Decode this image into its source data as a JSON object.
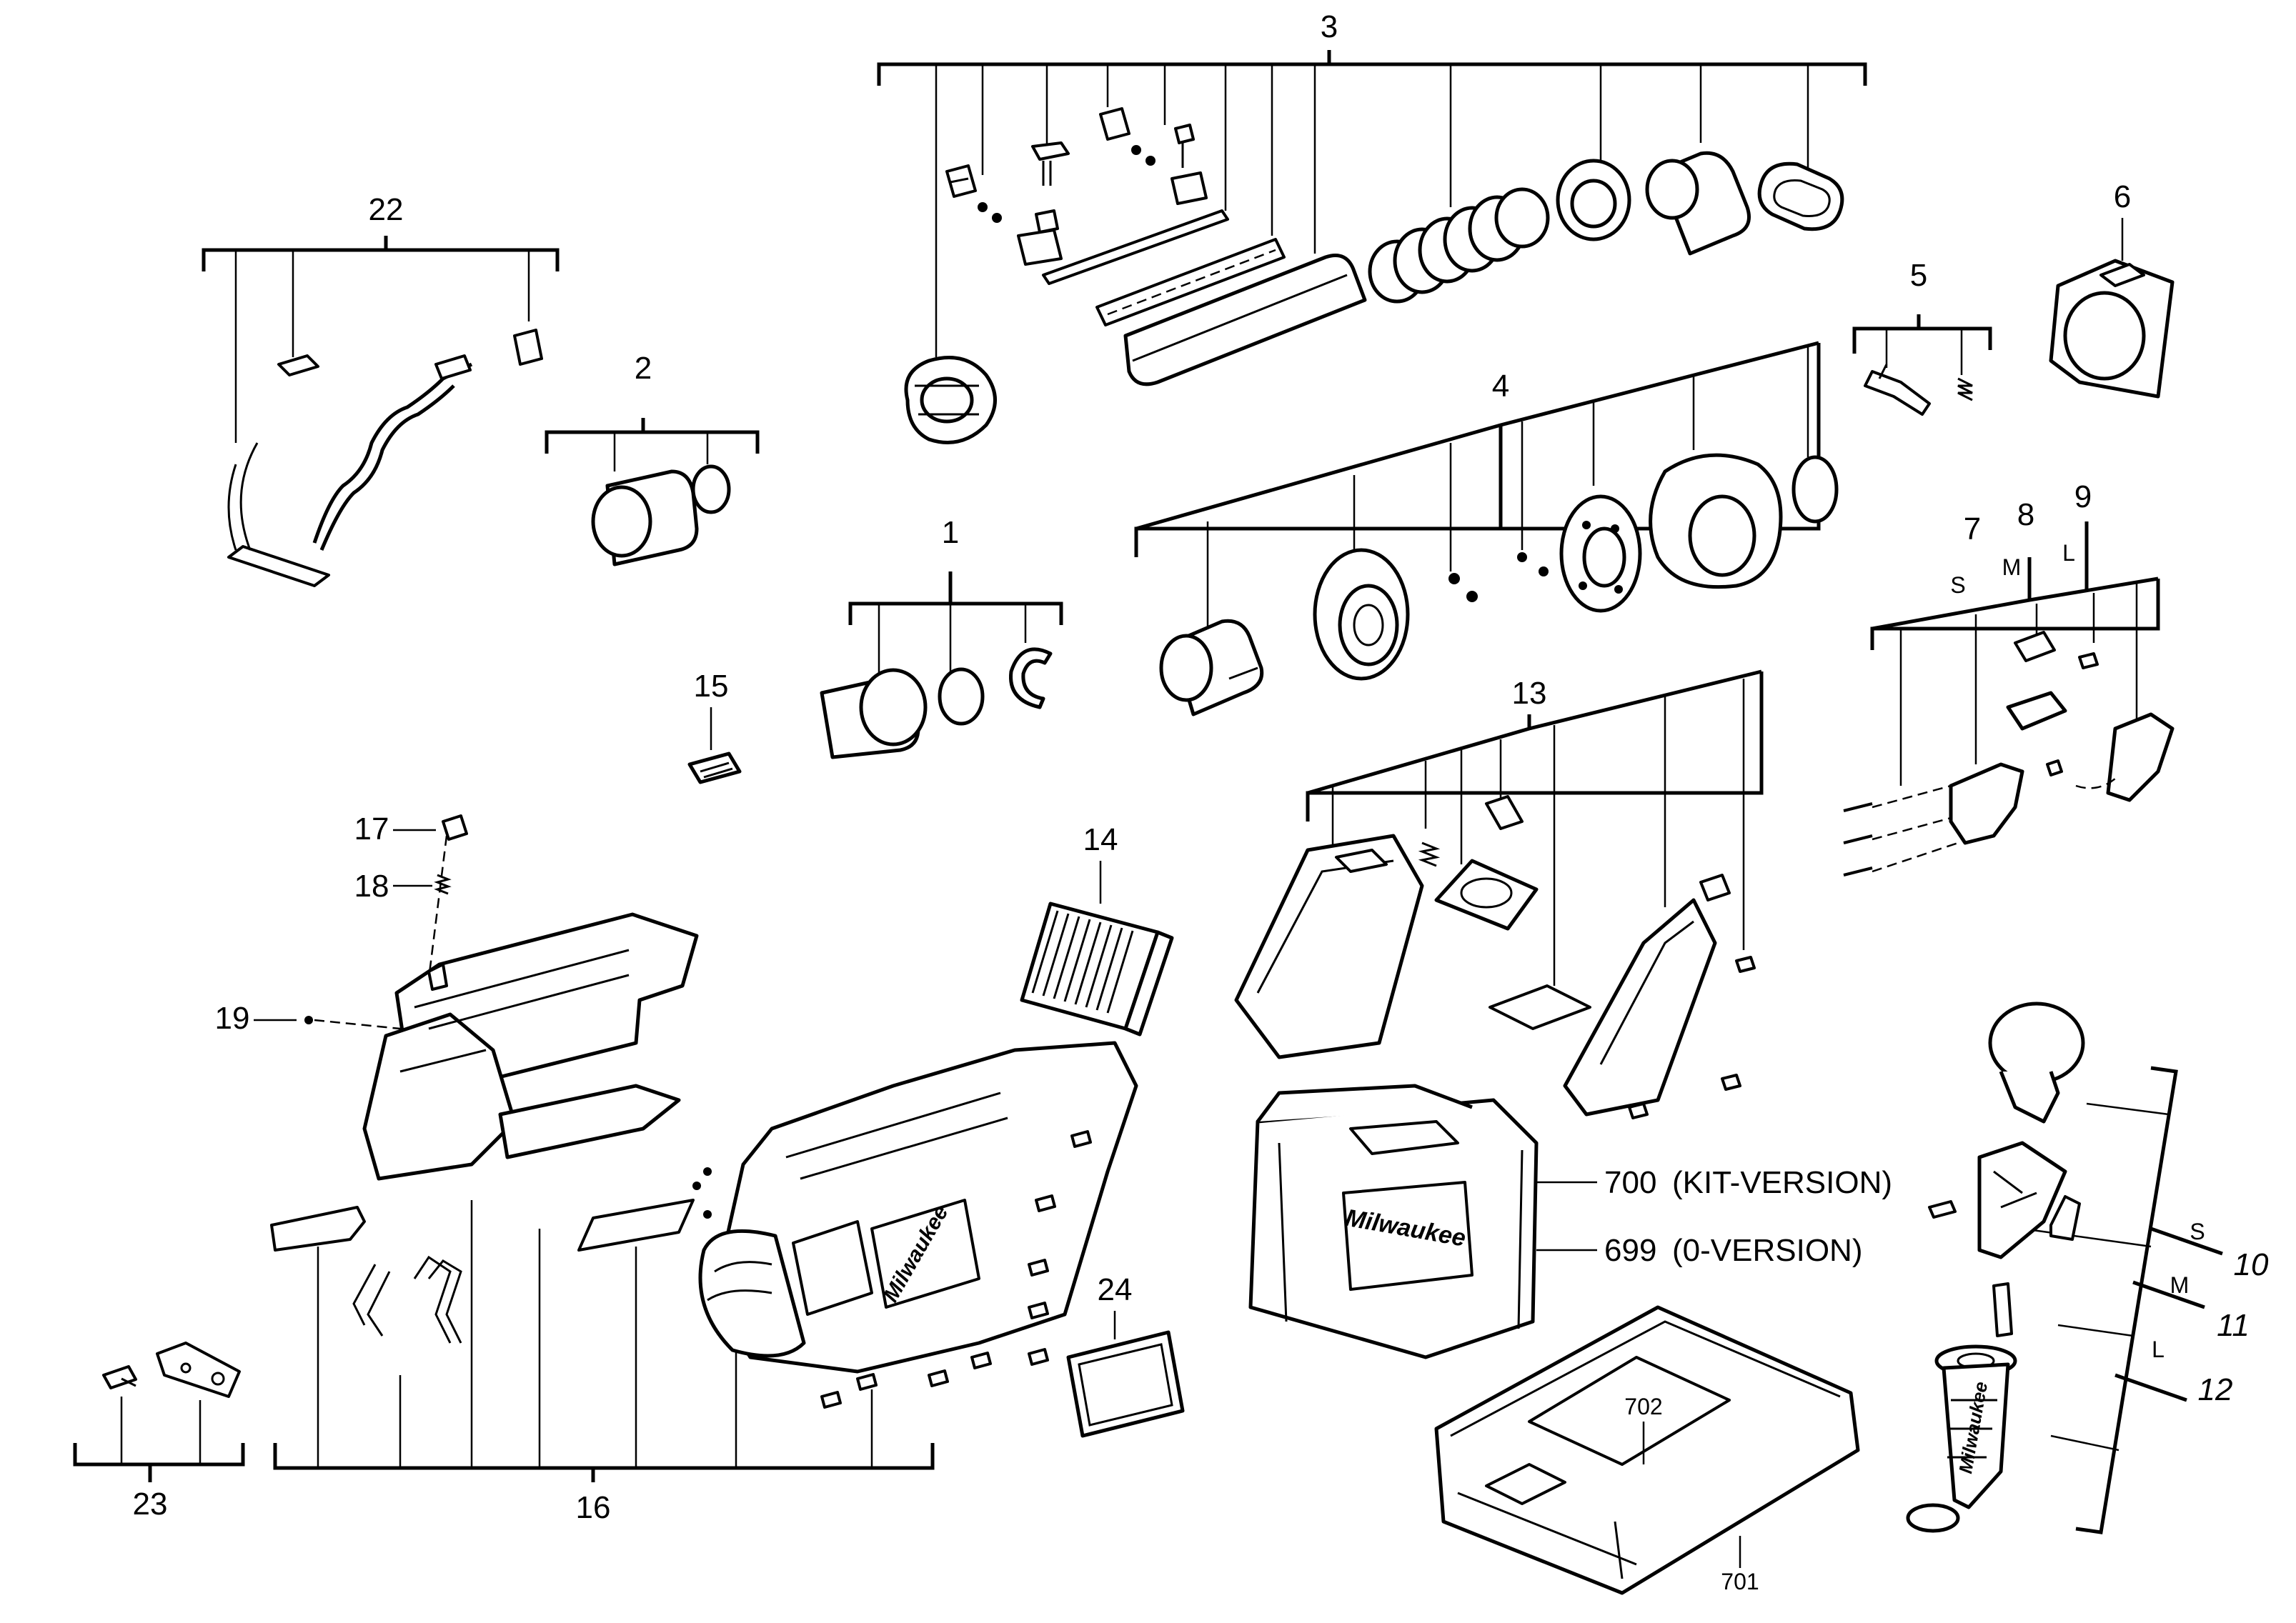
{
  "labels": {
    "p1": "1",
    "p2": "2",
    "p3": "3",
    "p4": "4",
    "p5": "5",
    "p6": "6",
    "p7": "7",
    "p8": "8",
    "p9": "9",
    "p10": "10",
    "p11": "11",
    "p12": "12",
    "p13": "13",
    "p14": "14",
    "p15": "15",
    "p16": "16",
    "p17": "17",
    "p18": "18",
    "p19": "19",
    "p22": "22",
    "p23": "23",
    "p24": "24",
    "p699": "699",
    "p700": "700",
    "p701": "701",
    "p702": "702",
    "kit_version": "(KIT-VERSION)",
    "zero_version": "(0-VERSION)",
    "size_s_top": "S",
    "size_m_top": "M",
    "size_l_top": "L",
    "size_s": "S",
    "size_m": "M",
    "size_l": "L"
  },
  "brand": {
    "logo_text": "Milwaukee"
  },
  "colors": {
    "line": "#000000",
    "background": "#ffffff"
  }
}
